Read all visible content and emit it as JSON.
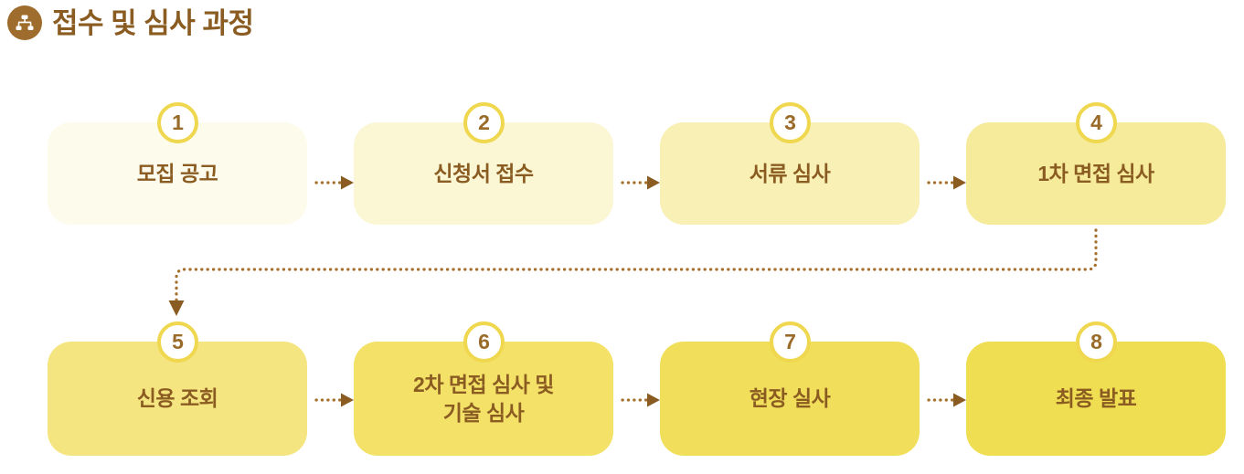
{
  "header": {
    "icon": "org-chart-icon",
    "title": "접수 및 심사 과정"
  },
  "theme": {
    "title_color": "#8A5C22",
    "icon_bg": "#9E6C2C",
    "badge_ring": "#EFD84F",
    "badge_text": "#9A6A28",
    "label_text": "#8A5C22",
    "connector": "#A5702C",
    "page_bg": "#FFFFFF"
  },
  "flow": {
    "type": "process-flow",
    "direction": "left-to-right, wrapping to second row",
    "row1_arrow_style": "dotted-arrow-right",
    "row2_arrow_style": "dotted-arrow-right",
    "wrap_connector": "dotted elbow from step 4 down, left, then down into step 5",
    "steps": [
      {
        "number": "1",
        "label": "모집 공고",
        "color": "#FDFBEB",
        "row": 1
      },
      {
        "number": "2",
        "label": "신청서 접수",
        "color": "#FBF6D4",
        "row": 1
      },
      {
        "number": "3",
        "label": "서류 심사",
        "color": "#F8F0B4",
        "row": 1
      },
      {
        "number": "4",
        "label": "1차 면접 심사",
        "color": "#F6EA9B",
        "row": 1
      },
      {
        "number": "5",
        "label": "신용 조회",
        "color": "#F5E580",
        "row": 2
      },
      {
        "number": "6",
        "label": "2차 면접 심사 및\n기술 심사",
        "color": "#F3E168",
        "row": 2
      },
      {
        "number": "7",
        "label": "현장 실사",
        "color": "#F1DF5C",
        "row": 2
      },
      {
        "number": "8",
        "label": "최종 발표",
        "color": "#EFDE52",
        "row": 2
      }
    ]
  }
}
